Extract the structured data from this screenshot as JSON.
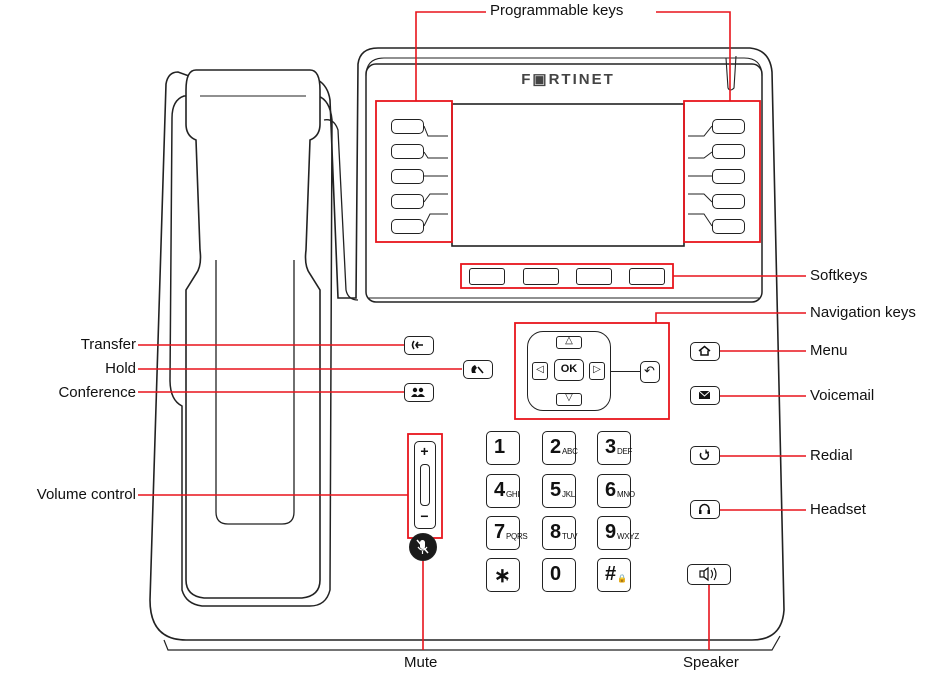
{
  "labels": {
    "programmable_keys": "Programmable keys",
    "softkeys": "Softkeys",
    "navigation_keys": "Navigation keys",
    "menu": "Menu",
    "voicemail": "Voicemail",
    "redial": "Redial",
    "headset": "Headset",
    "transfer": "Transfer",
    "hold": "Hold",
    "conference": "Conference",
    "volume_control": "Volume control",
    "mute": "Mute",
    "speaker": "Speaker"
  },
  "brand": {
    "logo_text": "F▣RTINET"
  },
  "navigation": {
    "ok": "OK",
    "up": "△",
    "down": "▽",
    "left": "◁",
    "right": "▷",
    "back": "↶"
  },
  "volume": {
    "plus": "+",
    "minus": "−"
  },
  "dialpad": [
    {
      "num": "1",
      "sub": ""
    },
    {
      "num": "2",
      "sub": "ABC"
    },
    {
      "num": "3",
      "sub": "DEF"
    },
    {
      "num": "4",
      "sub": "GHI"
    },
    {
      "num": "5",
      "sub": "JKL"
    },
    {
      "num": "6",
      "sub": "MNO"
    },
    {
      "num": "7",
      "sub": "PQRS"
    },
    {
      "num": "8",
      "sub": "TUV"
    },
    {
      "num": "9",
      "sub": "WXYZ"
    },
    {
      "num": "∗",
      "sub": "."
    },
    {
      "num": "0",
      "sub": ""
    },
    {
      "num": "#",
      "sub": "🔒"
    }
  ],
  "colors": {
    "callout": "#e8141c",
    "outline": "#222222"
  }
}
